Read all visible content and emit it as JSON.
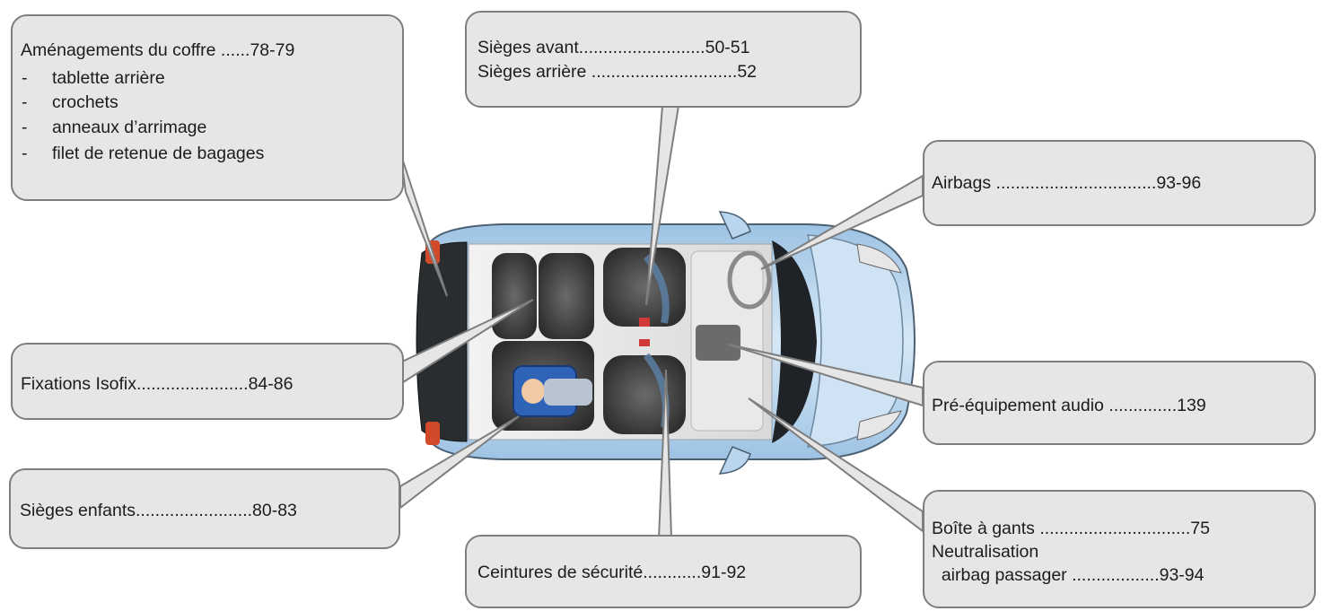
{
  "callouts": {
    "coffre": {
      "heading": "Aménagements du coffre ......78-79",
      "items": [
        "tablette arrière",
        "crochets",
        "anneaux d’arrimage",
        "filet de retenue de bagages"
      ]
    },
    "sieges": {
      "line1": "Sièges avant..........................50-51",
      "line2": "Sièges arrière ..............................52"
    },
    "airbags": {
      "line1": "Airbags .................................93-96"
    },
    "isofix": {
      "line1": "Fixations Isofix.......................84-86"
    },
    "audio": {
      "line1": "Pré-équipement audio ..............139"
    },
    "enfants": {
      "line1": "Sièges enfants........................80-83"
    },
    "ceintures": {
      "line1": "Ceintures de sécurité............91-92"
    },
    "gants": {
      "line1": "Boîte à gants ...............................75",
      "line2": "Neutralisation",
      "line3": "  airbag passager ..................93-94"
    }
  },
  "colors": {
    "callout_fill": "#e6e6e6",
    "callout_border": "#7e7e7e",
    "car_body": "#b9d6ee",
    "seat": "#3a3a3a",
    "child_seat": "#2e63b8"
  }
}
